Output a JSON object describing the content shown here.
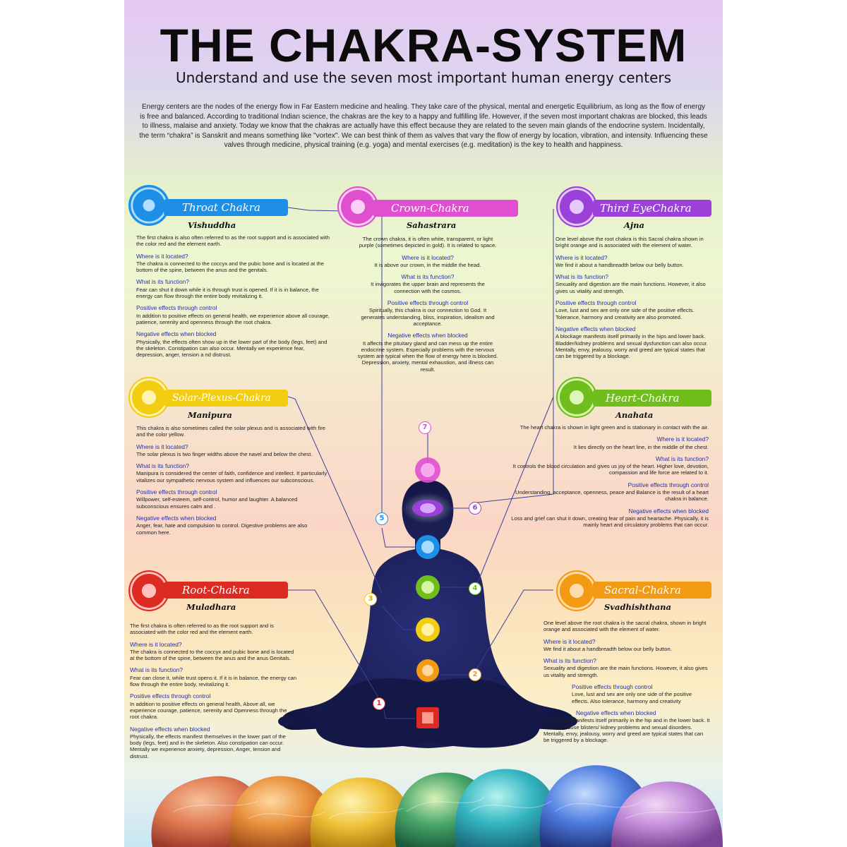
{
  "header": {
    "title": "THE CHAKRA-SYSTEM",
    "subtitle": "Understand and use the seven most important human energy centers",
    "intro": "Energy centers are the nodes of the energy flow in Far Eastern medicine and healing. They take care of the physical, mental and energetic Equilibrium, as long as the flow of energy is free and balanced. According to traditional Indian science, the chakras are the key to a happy and fulfilling life. However, if the seven most important chakras are blocked, this leads to illness, malaise and anxiety. Today we know that the chakras are actually have this effect because they are related to the seven main glands of the endocrine system. Incidentally, the term “chakra” is Sanskrit and means something like \"vortex\". We can best think of them as valves that vary the flow of energy by location, vibration, and intensity. Influencing these valves through medicine, physical training (e.g. yoga) and mental exercises (e.g. meditation) is the key to health and happiness."
  },
  "colors": {
    "crown": "#e04fd0",
    "third_eye": "#9b40d9",
    "throat": "#1e8fe6",
    "heart": "#6fbe1c",
    "solar": "#f2cd12",
    "sacral": "#f39a13",
    "root": "#dd2b22",
    "heading_blue": "#2330a8",
    "figure": "#151a52"
  },
  "chakras": {
    "throat": {
      "name": "Throat Chakra",
      "sanskrit": "Vishuddha",
      "icon": "throat-chakra-icon",
      "intro": "The first chakra is also often referred to as the root support and is associated with the color red and the element earth.",
      "h1": "Where is it located?",
      "t1": "The chakra is connected to the coccyx and the pubic bone and is located at the bottom of the spine, between the anus and the genitals.",
      "h2": "What is its function?",
      "t2": "Fear can shut it down while it is through trust is opened. If it is in balance, the energy can flow through the entire body revitalizing it.",
      "h3": "Positive effects through control",
      "t3": "In addition to positive effects on general health, we experience above all courage, patience, serenity and openness through the root chakra.",
      "h4": "Negative effects when blocked",
      "t4": "Physically, the effects often show up in the lower part of the body (legs, feet) and the skeleton. Constipation can also occur. Mentally we experience fear, depression, anger, tension a nd distrust."
    },
    "crown": {
      "name": "Crown-Chakra",
      "sanskrit": "Sahastrara",
      "icon": "crown-chakra-icon",
      "intro": "The crown chakra, it is often white, transparent, or light purple (sometimes depicted in gold). It is related to space.",
      "h1": "Where is it located?",
      "t1": "It is above our crown, in the middle the head.",
      "h2": "What is its function?",
      "t2": "It invigorates the upper brain and represents the connection with the cosmos.",
      "h3": "Positive effects through control",
      "t3": "Spiritually, this chakra is our connection to God. It generates understanding, bliss, inspiration, idealism and acceptance.",
      "h4": "Negative effects when blocked",
      "t4": "It affects the pituitary gland and can mess up the entire endocrine system. Especially problems with the nervous system are typical when the flow of energy here is blocked. Depression, anxiety, mental exhaustion, and illness can result."
    },
    "third_eye": {
      "name": "Third EyeChakra",
      "sanskrit": "Ajna",
      "icon": "third-eye-chakra-icon",
      "intro": "One level above the root chakra is this Sacral chakra shown in bright orange and is associated with the element of water.",
      "h1": "Where is it located?",
      "t1": "We find it about a handbreadth below our belly button.",
      "h2": "What is its function?",
      "t2": "Sexuality and digestion are the main functions. However, it also gives us vitality and strength.",
      "h3": "Positive effects through control",
      "t3": "Love, lust and sex are only one side of the positive effects. Tolerance, harmony and creativity are also promoted.",
      "h4": "Negative effects when blocked",
      "t4": "A blockage manifests itself primarily in the hips and lower back. Bladder/kidney problems and sexual dysfunction can also occur. Mentally, envy, jealousy, worry and greed are typical states that can be triggered by a blockage."
    },
    "solar": {
      "name": "Solar-Plexus-Chakra",
      "sanskrit": "Manipura",
      "icon": "solar-plexus-chakra-icon",
      "intro": "This chakra is also sometimes called the solar plexus and is associated with fire and the color yellow.",
      "h1": "Where is it located?",
      "t1": "The solar plexus is two finger widths above the navel and below the chest.",
      "h2": "What is its function?",
      "t2": "Manipura is considered the center of faith, confidence and intellect. It particularly vitalizes our sympathetic nervous system and influences our subconscious.",
      "h3": "Positive effects through control",
      "t3": "Willpower, self-esteem, self-control, humor and laughter. A balanced subconscious ensures calm and .",
      "h4": "Negative effects when blocked",
      "t4": "Anger, fear, hate and compulsion to control. Digestive problems are also common here."
    },
    "heart": {
      "name": "Heart-Chakra",
      "sanskrit": "Anahata",
      "icon": "heart-chakra-icon",
      "intro": "The heart chakra is shown in light green and is stationary in contact with the air.",
      "h1": "Where is it located?",
      "t1": "It lies directly on the heart line, in the middle of the chest.",
      "h2": "What is its function?",
      "t2": "It controls the blood circulation and gives us joy of the heart. Higher love, devotion, compassion and life force are related to it.",
      "h3": "Positive effects through control",
      "t3": "Understanding, acceptance, openness, peace and Balance is the result of a heart chakra in balance.",
      "h4": "Negative effects when blocked",
      "t4": "Loss and grief can shut it down, creating fear of pain and heartache. Physically, it is mainly heart and circulatory problems that can occur."
    },
    "root": {
      "name": "Root-Chakra",
      "sanskrit": "Muladhara",
      "icon": "root-chakra-icon",
      "intro": "The first chakra is often referred to as the root support and is associated with the color red and the element earth.",
      "h1": "Where is it located?",
      "t1": "The chakra is connected to the coccyx and pubic bone and is located at the bottom of the spine, between the anus and the anus Genitals.",
      "h2": "What is its function?",
      "t2": "Fear can close it, while trust opens it. If it is in balance, the energy can flow through the entire body, revitalizing it.",
      "h3": "Positive effects through control",
      "t3": "In addition to positive effects on general health, Above all, we experience courage, patience, serenity and Openness through the root chakra.",
      "h4": "Negative effects when blocked",
      "t4": "Physically, the effects manifest themselves in the lower part of the body (legs, feet) and in the skeleton. Also constipation can occur. Mentally we experience anxiety, depression, Anger, tension and distrust."
    },
    "sacral": {
      "name": "Sacral-Chakra",
      "sanskrit": "Svadhishthana",
      "icon": "sacral-chakra-icon",
      "intro": "One level above the root chakra is the sacral chakra, shown in bright orange and associated with the element of water.",
      "h1": "Where is it located?",
      "t1": "We find it about a handbreadth below our belly button.",
      "h2": "What is its function?",
      "t2": "Sexuality and digestion are the main functions. However, it also gives us vitality and strength.",
      "h3": "Positive effects through control",
      "t3": "Love, lust and sex are only one side of the positive effects. Also tolerance, harmony and creativity",
      "h4": "Negative effects when blocked",
      "t4": "A blockage manifests itself primarily in the hip and in the lower back. It can also cause blisters/ kidney problems and sexual disorders. Mentally, envy, jealousy, worry and greed are typical states that can be triggered by a blockage."
    }
  },
  "markers": [
    "1",
    "2",
    "3",
    "4",
    "5",
    "6",
    "7"
  ]
}
